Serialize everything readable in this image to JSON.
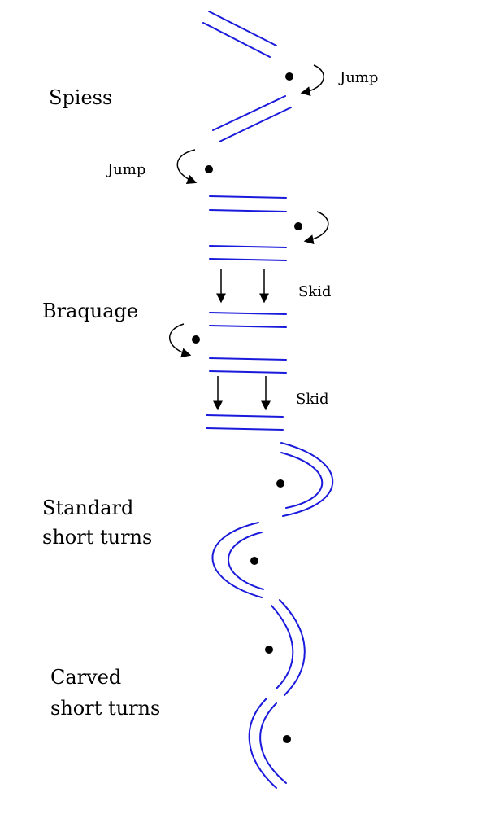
{
  "sections": {
    "spiess": {
      "label": "Spiess"
    },
    "braquage": {
      "label": "Braquage"
    },
    "standard": {
      "line1": "Standard",
      "line2": "short turns"
    },
    "carved": {
      "line1": "Carved",
      "line2": "short turns"
    }
  },
  "annotations": {
    "jump": "Jump",
    "skid": "Skid"
  },
  "colors": {
    "ski_track": "#1a1adc",
    "marker": "#000000"
  }
}
